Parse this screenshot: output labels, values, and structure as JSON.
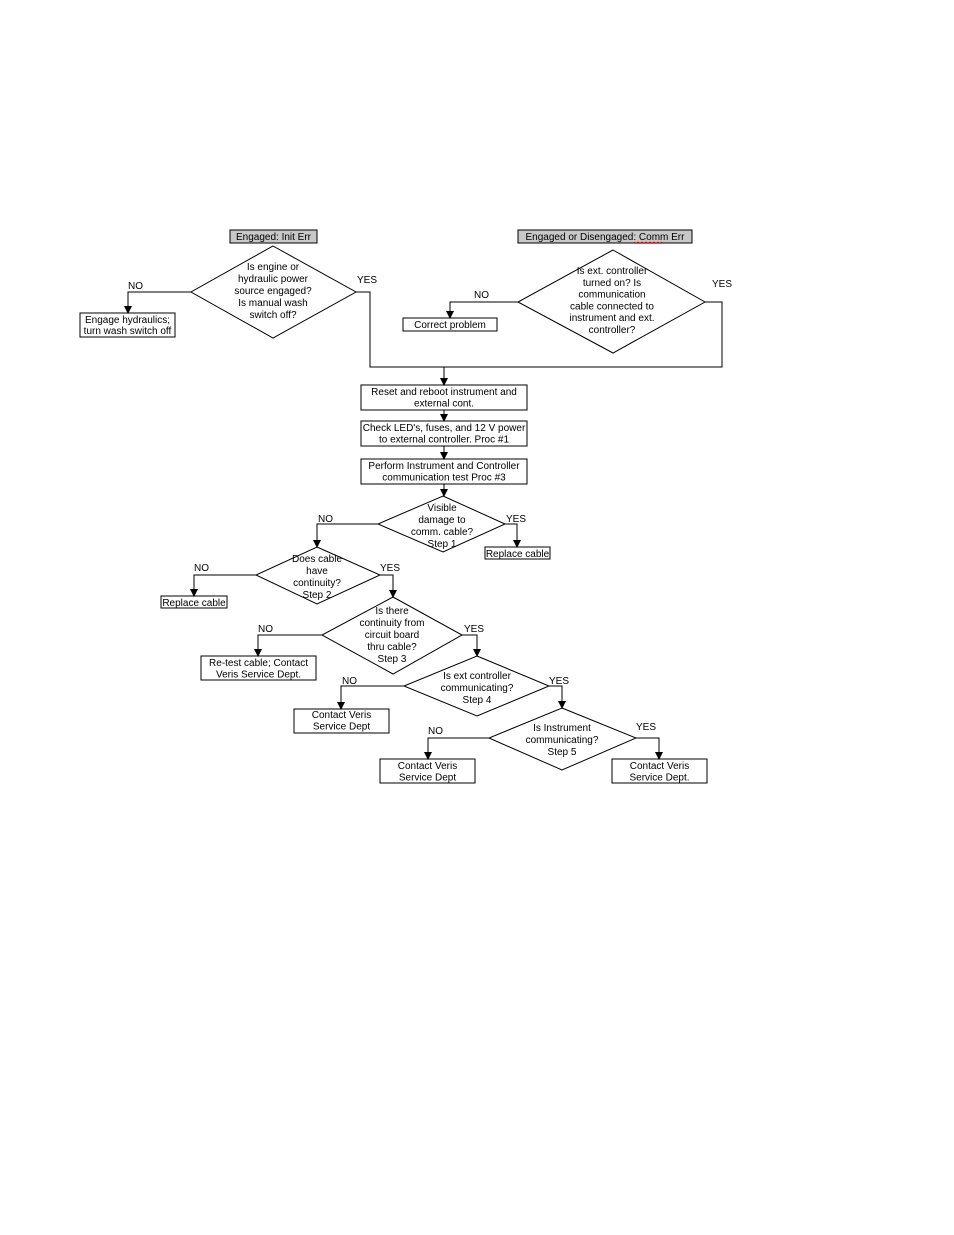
{
  "headers": {
    "init_err": "Engaged: Init Err",
    "comm_err": "Engaged or Disengaged: Comm Err"
  },
  "decisions": {
    "engine": [
      "Is engine or",
      "hydraulic power",
      "source engaged?",
      "Is manual wash",
      "switch off?"
    ],
    "ext_on": [
      "Is ext. controller",
      "turned on? Is",
      "communication",
      "cable connected to",
      "instrument and ext.",
      "controller?"
    ],
    "step1": [
      "Visible",
      "damage to",
      "comm. cable?",
      "Step 1"
    ],
    "step2": [
      "Does cable",
      "have",
      "continuity?",
      "Step 2"
    ],
    "step3": [
      "Is there",
      "continuity from",
      "circuit board",
      "thru cable?",
      "Step 3"
    ],
    "step4": [
      "Is ext controller",
      "communicating?",
      "Step 4"
    ],
    "step5": [
      "Is Instrument",
      "communicating?",
      "Step 5"
    ]
  },
  "actions": {
    "engage": [
      "Engage hydraulics;",
      "turn wash switch off"
    ],
    "correct": [
      "Correct problem"
    ],
    "reset": [
      "Reset and reboot instrument and",
      "external cont."
    ],
    "check": [
      "Check LED's, fuses, and 12 V power",
      "to external controller. Proc #1"
    ],
    "perform": [
      "Perform Instrument and Controller",
      "communication test Proc #3"
    ],
    "replace1": [
      "Replace cable"
    ],
    "replace2": [
      "Replace cable"
    ],
    "retest": [
      "Re-test cable; Contact",
      "Veris Service Dept."
    ],
    "contact4": [
      "Contact Veris",
      "Service Dept"
    ],
    "contact5no": [
      "Contact Veris",
      "Service Dept"
    ],
    "contact5yes": [
      "Contact Veris",
      "Service Dept."
    ]
  },
  "labels": {
    "yes": "YES",
    "no": "NO"
  }
}
